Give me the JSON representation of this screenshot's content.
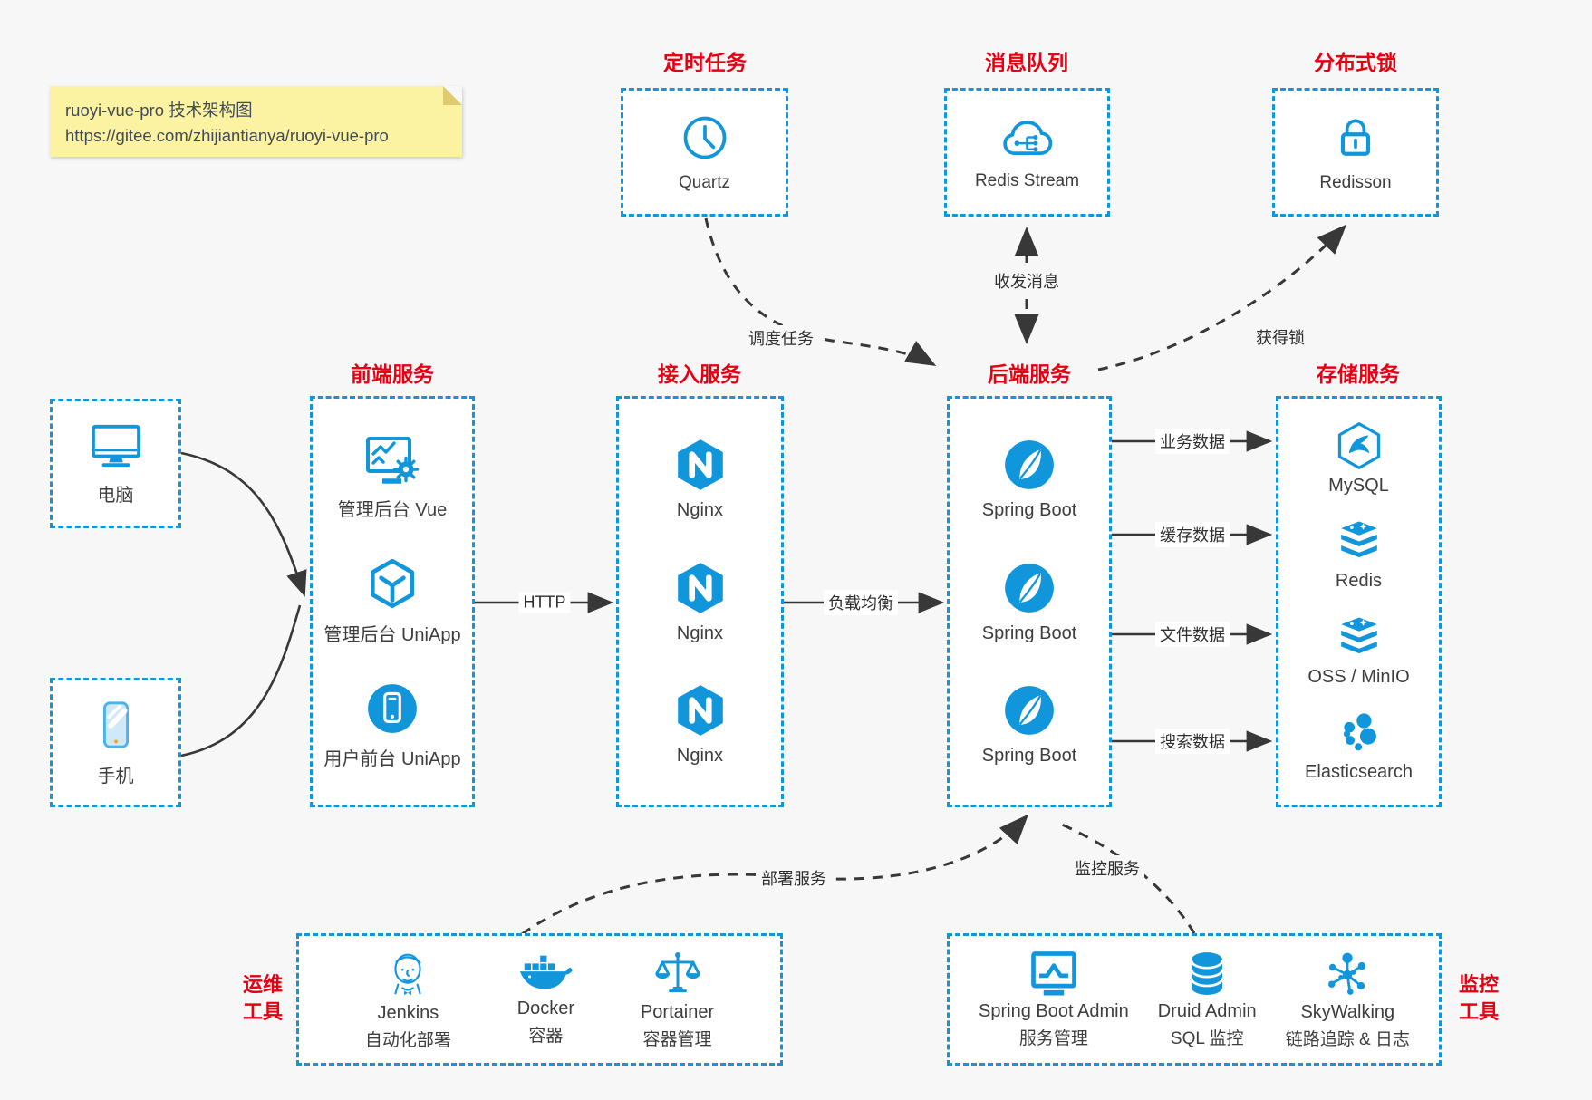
{
  "note": {
    "line1": "ruoyi-vue-pro 技术架构图",
    "line2": "https://gitee.com/zhijiantianya/ruoyi-vue-pro"
  },
  "colors": {
    "primary_blue": "#1296db",
    "title_red": "#e60012",
    "arrow_dark": "#383838",
    "note_yellow": "#fcf3a2",
    "background": "#f7f7f7"
  },
  "top": {
    "scheduler": {
      "title": "定时任务",
      "item": "Quartz",
      "icon": "clock-icon"
    },
    "mq": {
      "title": "消息队列",
      "item": "Redis Stream",
      "icon": "cloud-message-icon"
    },
    "lock": {
      "title": "分布式锁",
      "item": "Redisson",
      "icon": "padlock-icon"
    }
  },
  "clients": {
    "computer": "电脑",
    "phone": "手机"
  },
  "frontend": {
    "title": "前端服务",
    "items": [
      "管理后台 Vue",
      "管理后台 UniApp",
      "用户前台 UniApp"
    ]
  },
  "gateway": {
    "title": "接入服务",
    "items": [
      "Nginx",
      "Nginx",
      "Nginx"
    ]
  },
  "backend": {
    "title": "后端服务",
    "items": [
      "Spring Boot",
      "Spring Boot",
      "Spring Boot"
    ]
  },
  "storage": {
    "title": "存储服务",
    "items": [
      "MySQL",
      "Redis",
      "OSS / MinIO",
      "Elasticsearch"
    ]
  },
  "ops": {
    "title1": "运维",
    "title2": "工具",
    "items": [
      {
        "name": "Jenkins",
        "desc": "自动化部署",
        "icon": "jenkins-icon"
      },
      {
        "name": "Docker",
        "desc": "容器",
        "icon": "docker-whale-icon"
      },
      {
        "name": "Portainer",
        "desc": "容器管理",
        "icon": "scales-icon"
      }
    ]
  },
  "monitor": {
    "title1": "监控",
    "title2": "工具",
    "items": [
      {
        "name": "Spring Boot Admin",
        "desc": "服务管理",
        "icon": "monitor-chart-icon"
      },
      {
        "name": "Druid Admin",
        "desc": "SQL 监控",
        "icon": "database-icon"
      },
      {
        "name": "SkyWalking",
        "desc": "链路追踪 & 日志",
        "icon": "network-node-icon"
      }
    ]
  },
  "edges": {
    "http": "HTTP",
    "lb": "负载均衡",
    "biz": "业务数据",
    "cache": "缓存数据",
    "file": "文件数据",
    "search": "搜索数据",
    "schedule": "调度任务",
    "message": "收发消息",
    "getlock": "获得锁",
    "deploy": "部署服务",
    "monitoring": "监控服务"
  }
}
